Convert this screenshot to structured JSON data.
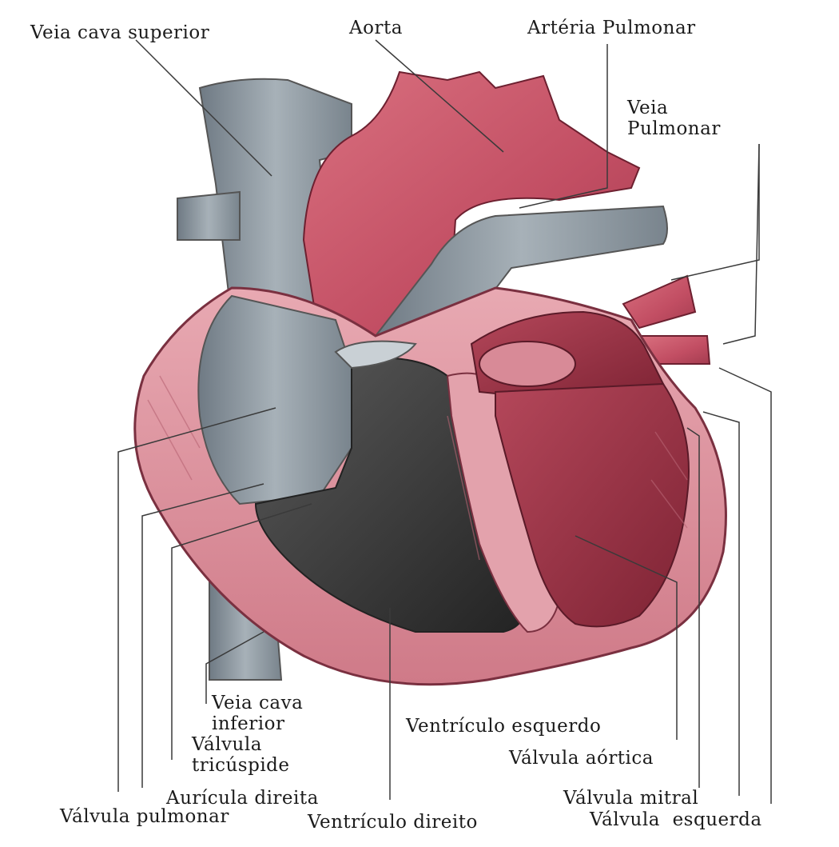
{
  "labels": {
    "veia_cava_superior": "Veia cava superior",
    "aorta": "Aorta",
    "arteria_pulmonar": "Artéria Pulmonar",
    "veia_pulmonar": "Veia Pulmonar",
    "veia_cava_inferior": "Veia cava inferior",
    "valvula_tricuspide": "Válvula tricúspide",
    "ventriculo_esquerdo": "Ventrículo esquerdo",
    "valvula_aortica": "Válvula aórtica",
    "auricula_direita": "Aurícula direita",
    "valvula_mitral": "Válvula mitral",
    "valvula_pulmonar": "Válvula pulmonar",
    "ventriculo_direito": "Ventrículo direito",
    "valvula_esquerda": "Válvula  esquerda"
  },
  "colors": {
    "vein_blue": "#8f9aa3",
    "artery_red": "#c9566a",
    "muscle_pink": "#d98b98",
    "chamber_dark": "#3b3b3b",
    "chamber_red": "#9e3447",
    "leader_line": "#3a3a3a"
  }
}
